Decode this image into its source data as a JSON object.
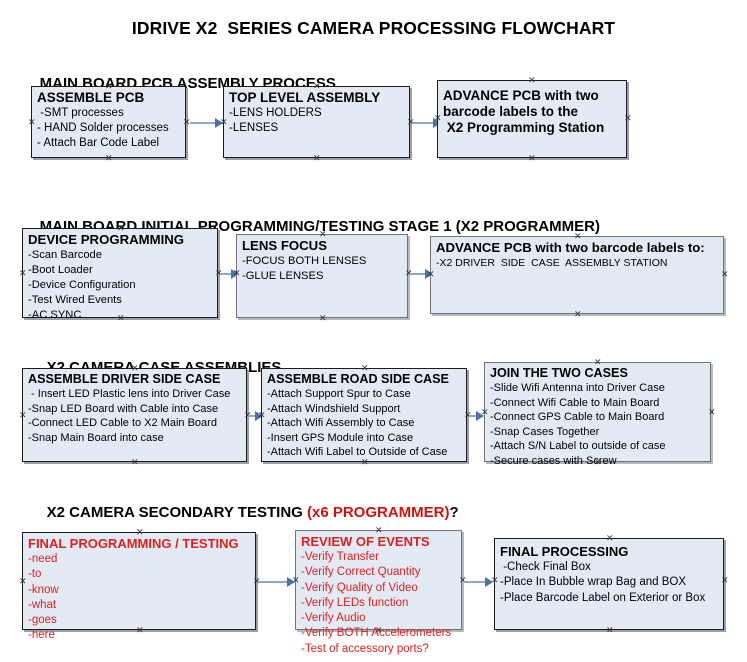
{
  "document": {
    "title": "IDRIVE X2  SERIES CAMERA PROCESSING FLOWCHART"
  },
  "colors": {
    "box_fill": "#e4eaf4",
    "box_border": "#1c1c1c",
    "box_border_gray": "#6f7478",
    "arrow_shaft": "#8fa9c4",
    "arrow_head": "#4a72a8",
    "text_black": "#000000",
    "text_red": "#e02020",
    "heading_red": "#d01111",
    "background": "#ffffff"
  },
  "sections": [
    {
      "heading": "MAIN BOARD PCB ASSEMBLY PROCESS",
      "heading_red_suffix": "",
      "heading_tail": "",
      "boxes": [
        {
          "title": "ASSEMBLE PCB",
          "lines": [
            " -SMT processes",
            "- HAND Solder processes",
            "- Attach Bar Code Label"
          ]
        },
        {
          "title": "TOP LEVEL ASSEMBLY",
          "lines": [
            "-LENS HOLDERS",
            "-LENSES"
          ]
        },
        {
          "title": "ADVANCE PCB with two",
          "lines": [
            "barcode labels to the",
            " X2 Programming Station"
          ]
        }
      ]
    },
    {
      "heading": "MAIN BOARD INITIAL PROGRAMMING/TESTING STAGE 1 (X2 PROGRAMMER)",
      "heading_red_suffix": "",
      "heading_tail": "",
      "boxes": [
        {
          "title": "DEVICE PROGRAMMING",
          "lines": [
            "-Scan Barcode",
            "-Boot Loader",
            "-Device Configuration",
            "-Test Wired Events",
            "-AC SYNC"
          ]
        },
        {
          "title": "LENS FOCUS",
          "lines": [
            "-FOCUS BOTH LENSES",
            "-GLUE LENSES"
          ]
        },
        {
          "title": "ADVANCE PCB with two barcode labels to:",
          "lines": [
            "-X2 DRIVER  SIDE  CASE  ASSEMBLY STATION"
          ]
        }
      ]
    },
    {
      "heading": "X2 CAMERA CASE ASSEMBLIES",
      "heading_red_suffix": "",
      "heading_tail": "",
      "boxes": [
        {
          "title": "ASSEMBLE DRIVER SIDE CASE",
          "lines": [
            " - Insert LED Plastic lens into Driver Case",
            "-Snap LED Board with Cable into Case",
            "-Connect LED Cable to X2 Main Board",
            "-Snap Main Board into case"
          ]
        },
        {
          "title": "ASSEMBLE ROAD SIDE CASE",
          "lines": [
            "-Attach Support Spur to Case",
            "-Attach Windshield Support",
            "-Attach Wifi Assembly to Case",
            "-Insert GPS Module into Case",
            "-Attach Wifi Label to Outside of Case"
          ]
        },
        {
          "title": "JOIN THE TWO CASES",
          "lines": [
            "-Slide Wifi Antenna into Driver Case",
            "-Connect Wifi Cable to Main Board",
            "-Connect GPS Cable to Main Board",
            "-Snap Cases Together",
            "-Attach S/N Label to outside of case",
            "-Secure cases with Screw"
          ]
        }
      ]
    },
    {
      "heading": "X2 CAMERA SECONDARY TESTING ",
      "heading_red_suffix": "(x6 PROGRAMMER)",
      "heading_tail": "?",
      "boxes": [
        {
          "title": "FINAL PROGRAMMING / TESTING",
          "lines": [
            "-need",
            "-to",
            "-know",
            "-what",
            "-goes",
            "-here"
          ]
        },
        {
          "title": "REVIEW OF EVENTS",
          "lines": [
            "-Verify Transfer",
            "-Verify Correct Quantity",
            "-Verify Quality of Video",
            "-Verify LEDs function",
            "-Verify Audio",
            "-Verify BOTH Accelerometers",
            "-Test of accessory ports?"
          ]
        },
        {
          "title": "FINAL PROCESSING",
          "lines": [
            " -Check Final Box",
            "-Place In Bubble wrap Bag and BOX",
            "-Place Barcode Label on Exterior or Box"
          ]
        }
      ]
    }
  ]
}
